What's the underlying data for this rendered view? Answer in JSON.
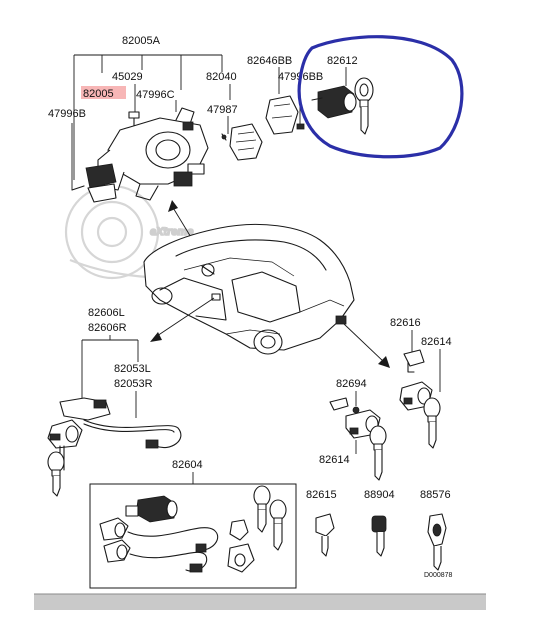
{
  "diagram": {
    "labels": {
      "p82005A": "82005A",
      "p45029": "45029",
      "p82005": "82005",
      "p47996C": "47996C",
      "p47996B": "47996B",
      "p82040": "82040",
      "p47987": "47987",
      "p82646BB": "82646BB",
      "p47996BB": "47996BB",
      "p82612": "82612",
      "p82606L": "82606L",
      "p82606R": "82606R",
      "p82053L": "82053L",
      "p82053R": "82053R",
      "p82604": "82604",
      "p82616": "82616",
      "p82614a": "82614",
      "p82694": "82694",
      "p82614b": "82614",
      "p82615": "82615",
      "p88904": "88904",
      "p88576": "88576",
      "code": "D000878"
    },
    "watermark": "eXtreme",
    "colors": {
      "highlight": "#f7b6b6",
      "circle": "#2b2fa8",
      "watermark": "#d6d6d6",
      "bottom_bar": "#c9c9c9"
    }
  }
}
